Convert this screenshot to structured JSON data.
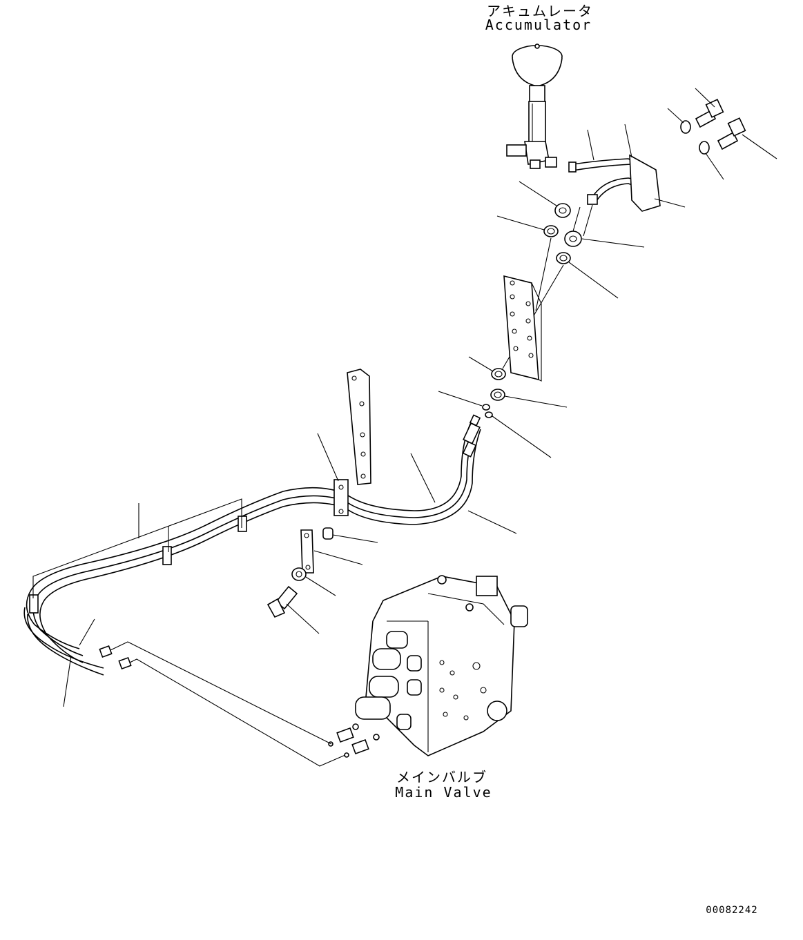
{
  "labels": {
    "accumulator_jp": "アキュムレータ",
    "accumulator_en": "Accumulator",
    "main_valve_jp": "メインバルブ",
    "main_valve_en": "Main Valve"
  },
  "document_number": "00082242"
}
